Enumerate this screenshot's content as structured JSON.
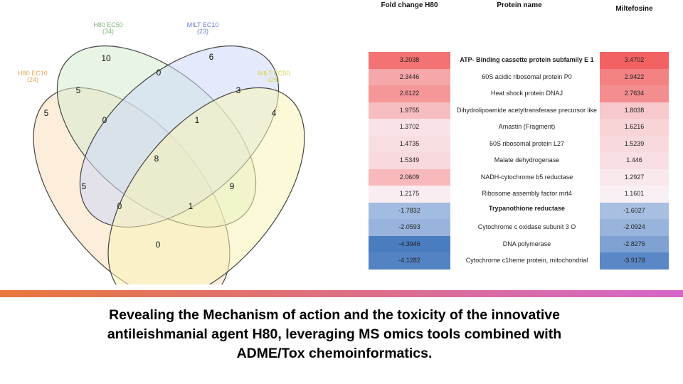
{
  "venn": {
    "sets": [
      {
        "name": "H80 EC10",
        "count": "(24)",
        "color": "#e0a860",
        "fill": "#fbe0bd"
      },
      {
        "name": "H80 EC50",
        "count": "(34)",
        "color": "#82b87c",
        "fill": "#d6ecd0"
      },
      {
        "name": "MILT EC10",
        "count": "(23)",
        "color": "#6a80c8",
        "fill": "#cdd8f8"
      },
      {
        "name": "MILT EC50",
        "count": "(26)",
        "color": "#d8d444",
        "fill": "#faf4b8"
      }
    ],
    "regions": {
      "h80ec10_only": "5",
      "h80ec50_only": "10",
      "miltec10_only": "6",
      "miltec50_only": "4",
      "ec50h80_miltec10": "0",
      "h80ec10_h80ec50": "5",
      "miltec10_miltec50": "3",
      "h80ec10_h80ec50_miltec10": "0",
      "h80ec50_miltec10_miltec50": "1",
      "all": "8",
      "h80ec10_miltec10": "5",
      "h80ec50_miltec50": "9",
      "h80ec10_miltec10_miltec50": "0",
      "h80ec10_h80ec50_miltec50": "1",
      "h80ec10_miltec50": "0"
    }
  },
  "table": {
    "headers": {
      "col1": "Fold change H80",
      "col2": "Protein name",
      "col3": "Miltefosine"
    },
    "colors": {
      "positive": "#f26060",
      "negative": "#4a7cc0"
    },
    "rows": [
      {
        "h80": "3.2038",
        "name": "ATP- Binding cassette protein subfamily E 1",
        "milt": "3.4702",
        "bold": true
      },
      {
        "h80": "2.3446",
        "name": "60S acidic ribosomal protein P0",
        "milt": "2.9422"
      },
      {
        "h80": "2.6122",
        "name": "Heat shock protein DNAJ",
        "milt": "2.7634"
      },
      {
        "h80": "1.9755",
        "name": "Dihydrolipoamide acetyltransferase precursor like",
        "milt": "1.8038"
      },
      {
        "h80": "1.3702",
        "name": "Amastin (Fragment)",
        "milt": "1.6216"
      },
      {
        "h80": "1.4735",
        "name": "60S ribosomal protein L27",
        "milt": "1.5239"
      },
      {
        "h80": "1.5349",
        "name": "Malate dehydrogenase",
        "milt": "1.446"
      },
      {
        "h80": "2.0609",
        "name": "NADH-cytochrome b5 reductase",
        "milt": "1.2927"
      },
      {
        "h80": "1.2175",
        "name": "Ribosome assembly factor mrt4",
        "milt": "1.1601"
      },
      {
        "h80": "-1.7832",
        "name": "Trypanothione reductase",
        "milt": "-1.6027",
        "bold": true
      },
      {
        "h80": "-2.0593",
        "name": "Cytochrome c oxidase subunit 3 O",
        "milt": "-2.0924"
      },
      {
        "h80": "-4.3946",
        "name": "DNA polymerase",
        "milt": "-2.8276"
      },
      {
        "h80": "-4.1282",
        "name": "Cytochrome c1heme protein, mitochondrial",
        "milt": "-3.9178"
      }
    ]
  },
  "accent_bar": {
    "from": "#e8783a",
    "to": "#d466cc"
  },
  "title": {
    "line1": "Revealing the Mechanism of action and the toxicity of the innovative",
    "line2": "antileishmanial agent H80, leveraging MS omics tools combined with",
    "line3": "ADME/Tox chemoinformatics."
  }
}
